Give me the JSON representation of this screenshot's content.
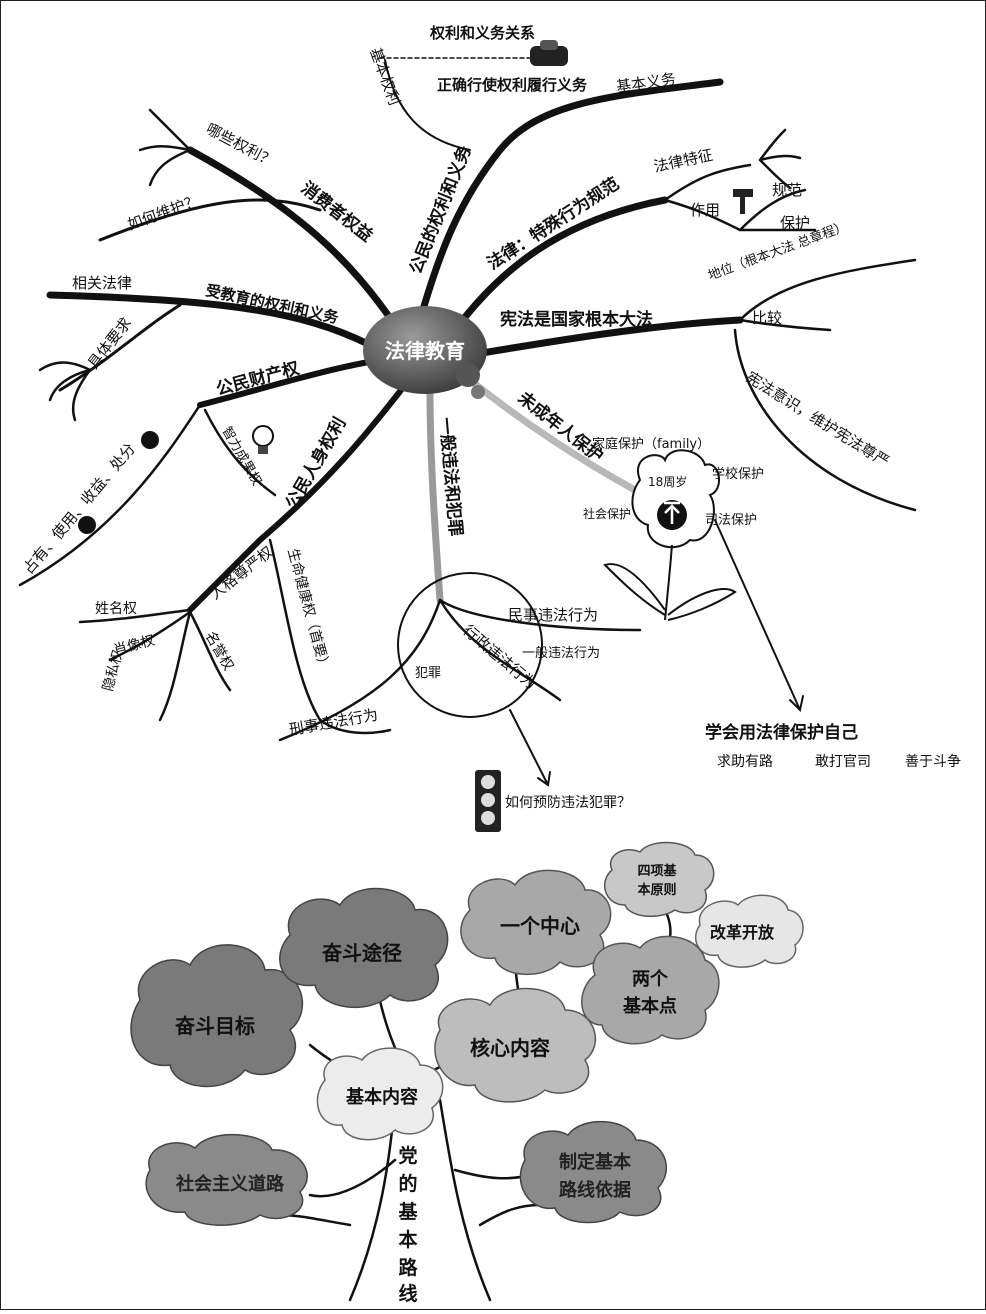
{
  "top": {
    "center": "法律教育",
    "rights_duties": {
      "label": "公民的权利和义务",
      "relation": "权利和义务关系",
      "basic_rights": "基本权利",
      "exercise": "正确行使权利履行义务",
      "basic_duties": "基本义务"
    },
    "consumer": {
      "label": "消费者权益",
      "which": "哪些权利？",
      "how": "如何维护？"
    },
    "education": {
      "label": "受教育的权利和义务",
      "laws": "相关法律",
      "req": "具体要求"
    },
    "property": {
      "label": "公民财产权",
      "intellect": "智力成果权",
      "items": "占有、使用、收益、处分"
    },
    "personal": {
      "label": "公民人身权利",
      "dignity": "人格尊严权",
      "name": "姓名权",
      "portrait": "肖像权",
      "privacy": "隐私权",
      "honor": "名誉权",
      "life": "生命健康权（首要）"
    },
    "illegal": {
      "label": "一般违法和犯罪",
      "civil": "民事违法行为",
      "general": "一般违法行为",
      "admin": "行政违法行为",
      "crime": "犯罪",
      "criminal": "刑事违法行为",
      "prevent": "如何预防违法犯罪？"
    },
    "law": {
      "label": "法律：特殊行为规范",
      "features": "法律特征",
      "effect": "作用",
      "norm": "规范",
      "protect": "保护"
    },
    "constitution": {
      "label": "宪法是国家根本大法",
      "status": "地位（根本大法  总章程）",
      "compare": "比较",
      "awareness": "宪法意识，维护宪法尊严"
    },
    "minors": {
      "label": "未成年人保护",
      "family": "家庭保护（family）",
      "school": "学校保护",
      "society": "社会保护",
      "judicial": "司法保护",
      "age": "18周岁",
      "learn": "学会用法律保护自己",
      "sub": [
        "求助有路",
        "敢打官司",
        "善于斗争"
      ]
    }
  },
  "bottom": {
    "trunk": [
      "党",
      "的",
      "基",
      "本",
      "路",
      "线"
    ],
    "basic_content": "基本内容",
    "core": "核心内容",
    "goal": "奋斗目标",
    "path": "奋斗途径",
    "center": "一个中心",
    "four": [
      "四项基",
      "本原则"
    ],
    "reform": "改革开放",
    "two": [
      "两个",
      "基本点"
    ],
    "socialism": "社会主义道路",
    "basis": [
      "制定基本",
      "路线依据"
    ]
  },
  "colors": {
    "ink": "#111111",
    "cloud_dark": "#7a7a7a",
    "cloud_mid": "#a8a8a8",
    "cloud_light": "#d4d4d4",
    "cloud_pale": "#ececec"
  }
}
